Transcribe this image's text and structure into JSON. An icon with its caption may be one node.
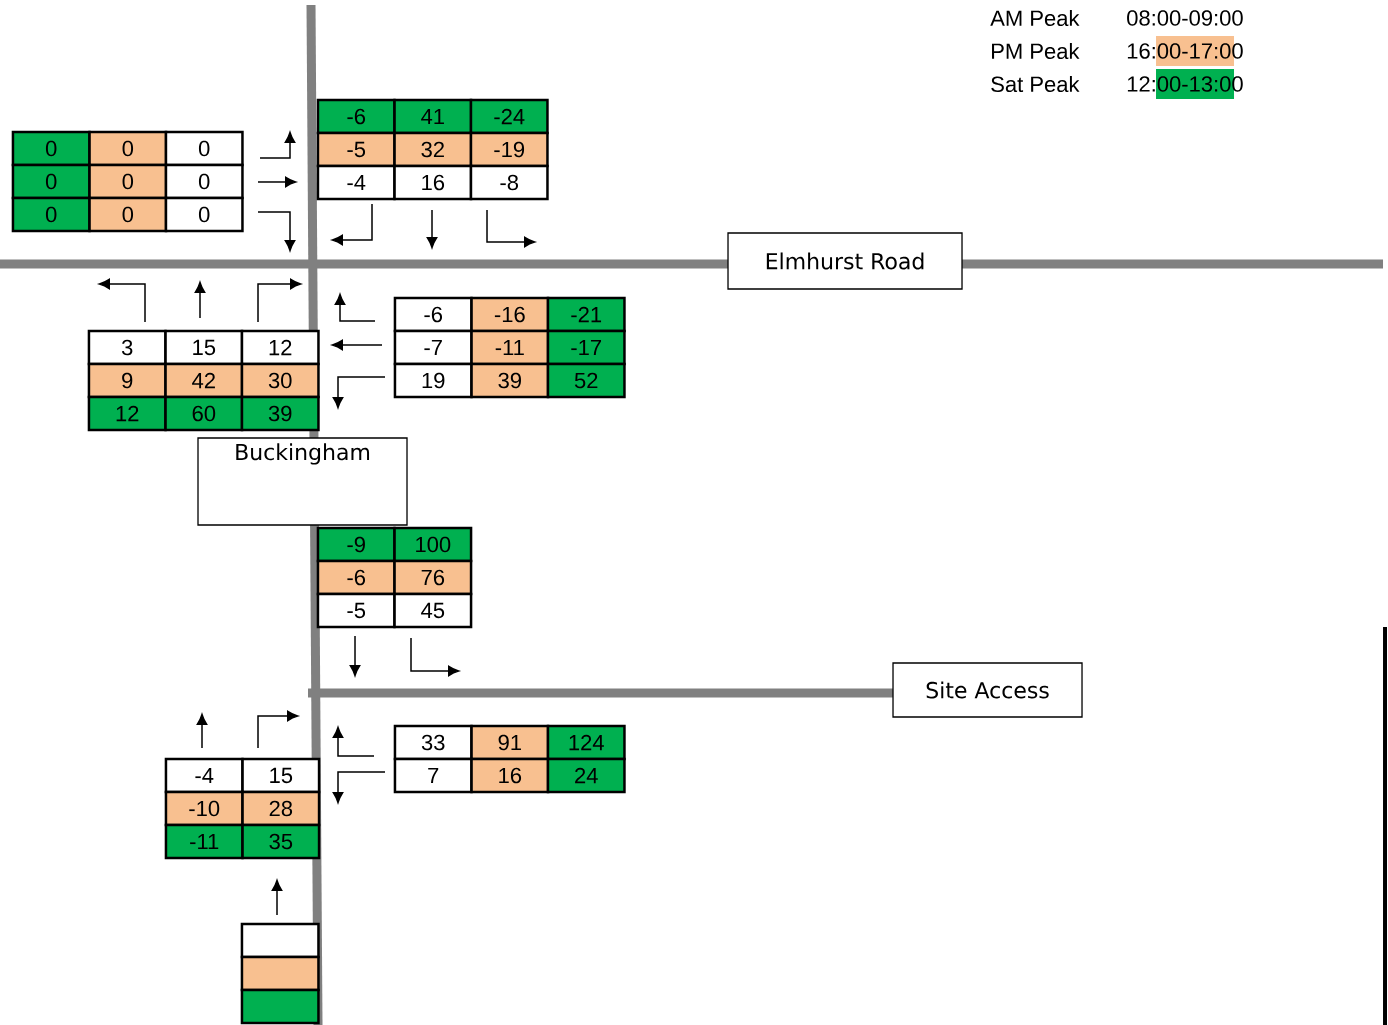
{
  "diagram": {
    "nodes": [
      {
        "text": [
          "Elmhurst Road"
        ]
      },
      {
        "text": [
          "Buckingham"
        ]
      },
      {
        "text": [
          "Site Access"
        ]
      }
    ],
    "labels": [
      "AM Peak",
      "PM Peak",
      "Sat Peak",
      "-6",
      "41",
      "-24",
      "0",
      "0",
      "0",
      "-5",
      "32",
      "-19",
      "0",
      "0",
      "0",
      "-4",
      "16",
      "-8",
      "0",
      "0",
      "0",
      "-6",
      "-16",
      "-21",
      "3",
      "15",
      "12",
      "-7",
      "-11",
      "-17",
      "9",
      "42",
      "30",
      "19",
      "39",
      "52",
      "12",
      "60",
      "39",
      "-9",
      "100",
      "-6",
      "76",
      "-5",
      "45",
      "33",
      "91",
      "124",
      "-4",
      "15",
      "7",
      "16",
      "24",
      "-10",
      "28",
      "-11",
      "35"
    ],
    "legend": [
      {
        "text": "08:00-09:00"
      },
      {
        "text": "16:00-17:00",
        "color": "#f8c090"
      },
      {
        "text": "12:00-13:00",
        "color": "#00b050"
      }
    ]
  }
}
